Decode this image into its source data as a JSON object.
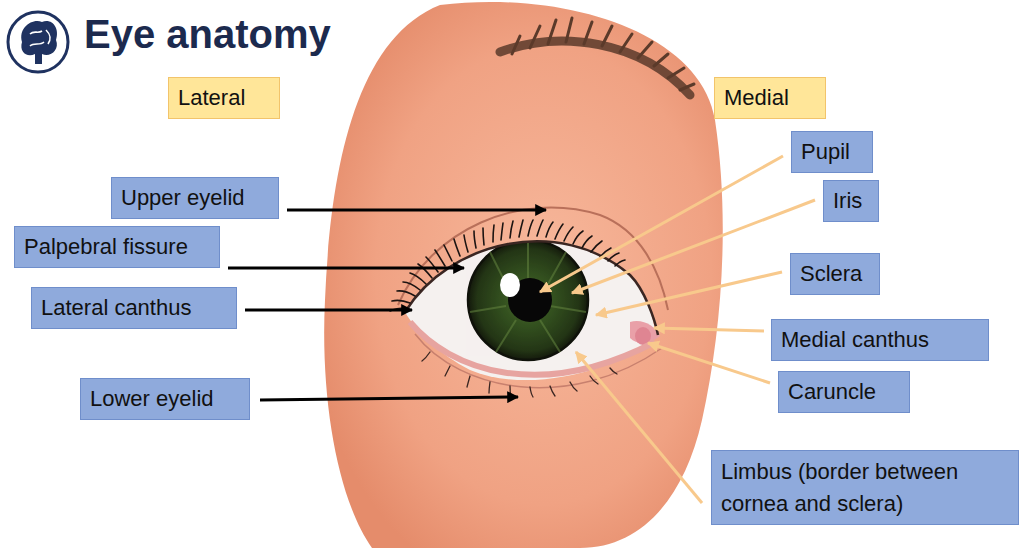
{
  "diagram": {
    "title": "Eye anatomy",
    "nodes": [
      {
        "text": [
          "Lateral"
        ]
      },
      {
        "text": [
          "Medial"
        ]
      },
      {
        "text": [
          "Pupil"
        ]
      },
      {
        "text": [
          "Upper eyelid"
        ]
      },
      {
        "text": [
          "Iris"
        ]
      },
      {
        "text": [
          "Palpebral  fissure"
        ]
      },
      {
        "text": [
          "Sclera"
        ]
      },
      {
        "text": [
          "Lateral canthus"
        ]
      },
      {
        "text": [
          "Medial canthus"
        ]
      },
      {
        "text": [
          "Caruncle"
        ]
      },
      {
        "text": [
          "Lower eyelid"
        ]
      },
      {
        "text": [
          "Limbus (border between cornea and sclera)"
        ]
      }
    ]
  }
}
